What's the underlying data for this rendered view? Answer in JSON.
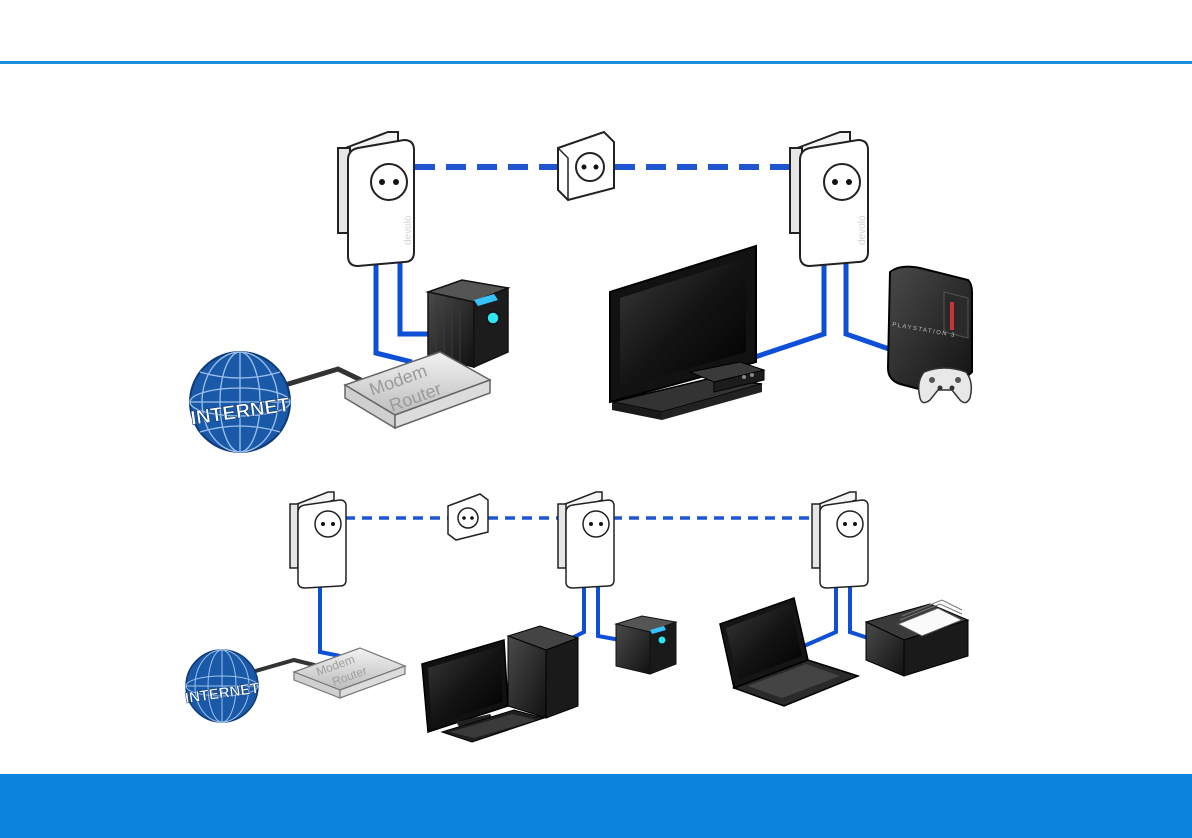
{
  "internet_label": "INTERNET",
  "modem_line1": "Modem",
  "modem_line2": "Router",
  "console_brand": "PLAYSTATION 3",
  "adapter_brand": "devolo",
  "colors": {
    "header_rule": "#1a8ed8",
    "footer_band": "#0a84dd",
    "powerline_link": "#1f56d0",
    "ethernet_cable": "#0d4fd6",
    "globe": "#1a58a8"
  }
}
